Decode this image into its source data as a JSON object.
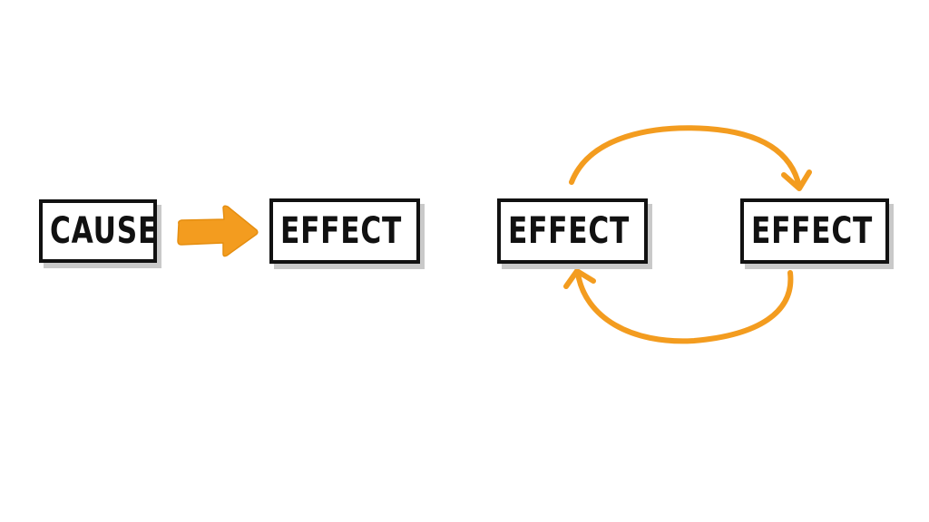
{
  "diagram": {
    "nodes": [
      {
        "id": "cause",
        "label": "CAUSE"
      },
      {
        "id": "effect_1",
        "label": "EFFECT"
      },
      {
        "id": "effect_2",
        "label": "EFFECT"
      },
      {
        "id": "effect_3",
        "label": "EFFECT"
      }
    ],
    "edges": [
      {
        "from": "cause",
        "to": "effect_1",
        "style": "block-arrow"
      },
      {
        "from": "effect_2",
        "to": "effect_3",
        "style": "curved-arrow"
      },
      {
        "from": "effect_3",
        "to": "effect_2",
        "style": "curved-arrow"
      }
    ],
    "colors": {
      "arrow": "#f39c1f",
      "border": "#111111",
      "shadow": "#c9c9c9",
      "background": "#ffffff"
    }
  }
}
